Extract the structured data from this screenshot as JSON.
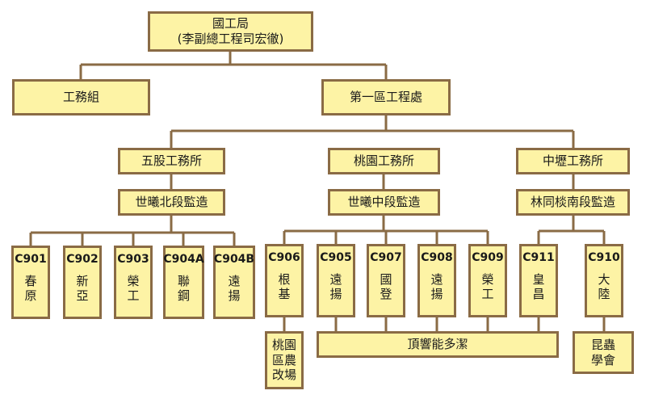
{
  "root": {
    "line1": "國工局",
    "line2": "(李副總工程司宏徹)"
  },
  "level1": {
    "works_group": "工務組",
    "district": "第一區工程處"
  },
  "offices": {
    "wugu": "五股工務所",
    "taoyuan": "桃園工務所",
    "zhongli": "中壢工務所"
  },
  "supervision": {
    "north": "世曦北段監造",
    "middle": "世曦中段監造",
    "south": "林同棪南段監造"
  },
  "contracts": [
    {
      "code": "C901",
      "name": "春\n原"
    },
    {
      "code": "C902",
      "name": "新\n亞"
    },
    {
      "code": "C903",
      "name": "榮\n工"
    },
    {
      "code": "C904A",
      "name": "聯\n鋼"
    },
    {
      "code": "C904B",
      "name": "遠\n揚"
    },
    {
      "code": "C906",
      "name": "根\n基"
    },
    {
      "code": "C905",
      "name": "遠\n揚"
    },
    {
      "code": "C907",
      "name": "國\n登"
    },
    {
      "code": "C908",
      "name": "遠\n揚"
    },
    {
      "code": "C909",
      "name": "榮\n工"
    },
    {
      "code": "C911",
      "name": "皇\n昌"
    },
    {
      "code": "C910",
      "name": "大\n陸"
    }
  ],
  "subs": {
    "taoyuan_farm": "桃園\n區農\n改場",
    "joint": "頂響能多潔",
    "insect": "昆蟲\n學會"
  },
  "colors": {
    "box_fill": "#fdf3a5",
    "border": "#8a6b45",
    "line": "#8a6b45"
  }
}
